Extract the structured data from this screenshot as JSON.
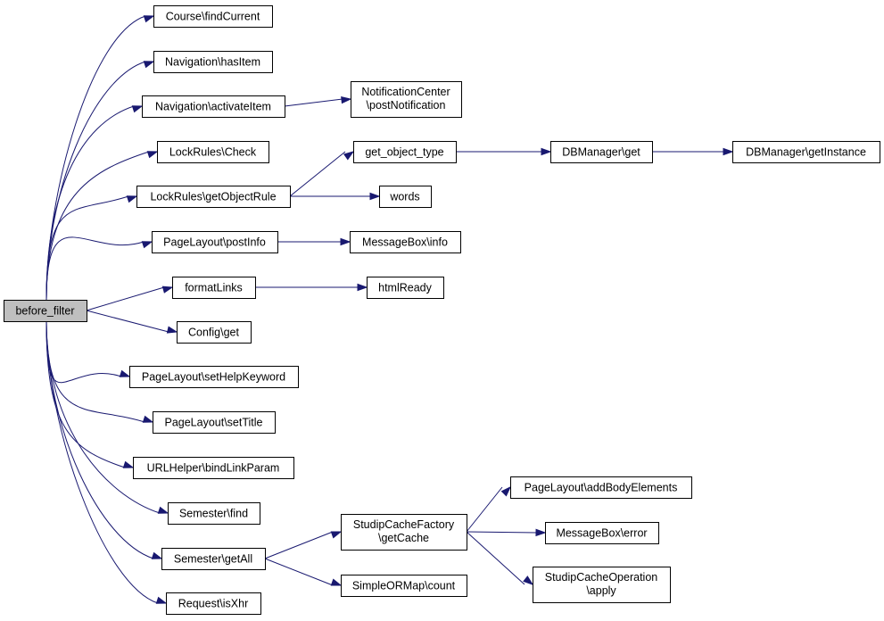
{
  "diagram": {
    "edge_color": "#191970",
    "root_fill": "#bfbfbf",
    "nodes": {
      "before_filter": [
        "before_filter"
      ],
      "course_findcurrent": [
        "Course\\findCurrent"
      ],
      "navigation_hasitem": [
        "Navigation\\hasItem"
      ],
      "navigation_activateitem": [
        "Navigation\\activateItem"
      ],
      "notificationcenter_postnotification": [
        "NotificationCenter",
        "\\postNotification"
      ],
      "lockrules_check": [
        "LockRules\\Check"
      ],
      "lockrules_getobjectrule": [
        "LockRules\\getObjectRule"
      ],
      "get_object_type": [
        "get_object_type"
      ],
      "dbmanager_get": [
        "DBManager\\get"
      ],
      "dbmanager_getinstance": [
        "DBManager\\getInstance"
      ],
      "words": [
        "words"
      ],
      "pagelayout_postinfo": [
        "PageLayout\\postInfo"
      ],
      "messagebox_info": [
        "MessageBox\\info"
      ],
      "formatlinks": [
        "formatLinks"
      ],
      "htmlready": [
        "htmlReady"
      ],
      "config_get": [
        "Config\\get"
      ],
      "pagelayout_sethelpkeyword": [
        "PageLayout\\setHelpKeyword"
      ],
      "pagelayout_settitle": [
        "PageLayout\\setTitle"
      ],
      "urlhelper_bindlinkparam": [
        "URLHelper\\bindLinkParam"
      ],
      "semester_find": [
        "Semester\\find"
      ],
      "semester_getall": [
        "Semester\\getAll"
      ],
      "studipcachefactory_getcache": [
        "StudipCacheFactory",
        "\\getCache"
      ],
      "pagelayout_addbodyelements": [
        "PageLayout\\addBodyElements"
      ],
      "messagebox_error": [
        "MessageBox\\error"
      ],
      "studipcacheoperation_apply": [
        "StudipCacheOperation",
        "\\apply"
      ],
      "simpleormap_count": [
        "SimpleORMap\\count"
      ],
      "request_isxhr": [
        "Request\\isXhr"
      ]
    },
    "edges": [
      [
        "before_filter",
        "course_findcurrent"
      ],
      [
        "before_filter",
        "navigation_hasitem"
      ],
      [
        "before_filter",
        "navigation_activateitem"
      ],
      [
        "before_filter",
        "lockrules_check"
      ],
      [
        "before_filter",
        "lockrules_getobjectrule"
      ],
      [
        "before_filter",
        "pagelayout_postinfo"
      ],
      [
        "before_filter",
        "formatlinks"
      ],
      [
        "before_filter",
        "config_get"
      ],
      [
        "before_filter",
        "pagelayout_sethelpkeyword"
      ],
      [
        "before_filter",
        "pagelayout_settitle"
      ],
      [
        "before_filter",
        "urlhelper_bindlinkparam"
      ],
      [
        "before_filter",
        "semester_find"
      ],
      [
        "before_filter",
        "semester_getall"
      ],
      [
        "before_filter",
        "request_isxhr"
      ],
      [
        "navigation_activateitem",
        "notificationcenter_postnotification"
      ],
      [
        "lockrules_getobjectrule",
        "get_object_type"
      ],
      [
        "lockrules_getobjectrule",
        "words"
      ],
      [
        "get_object_type",
        "dbmanager_get"
      ],
      [
        "dbmanager_get",
        "dbmanager_getinstance"
      ],
      [
        "pagelayout_postinfo",
        "messagebox_info"
      ],
      [
        "formatlinks",
        "htmlready"
      ],
      [
        "semester_getall",
        "studipcachefactory_getcache"
      ],
      [
        "semester_getall",
        "simpleormap_count"
      ],
      [
        "studipcachefactory_getcache",
        "pagelayout_addbodyelements"
      ],
      [
        "studipcachefactory_getcache",
        "messagebox_error"
      ],
      [
        "studipcachefactory_getcache",
        "studipcacheoperation_apply"
      ]
    ]
  }
}
